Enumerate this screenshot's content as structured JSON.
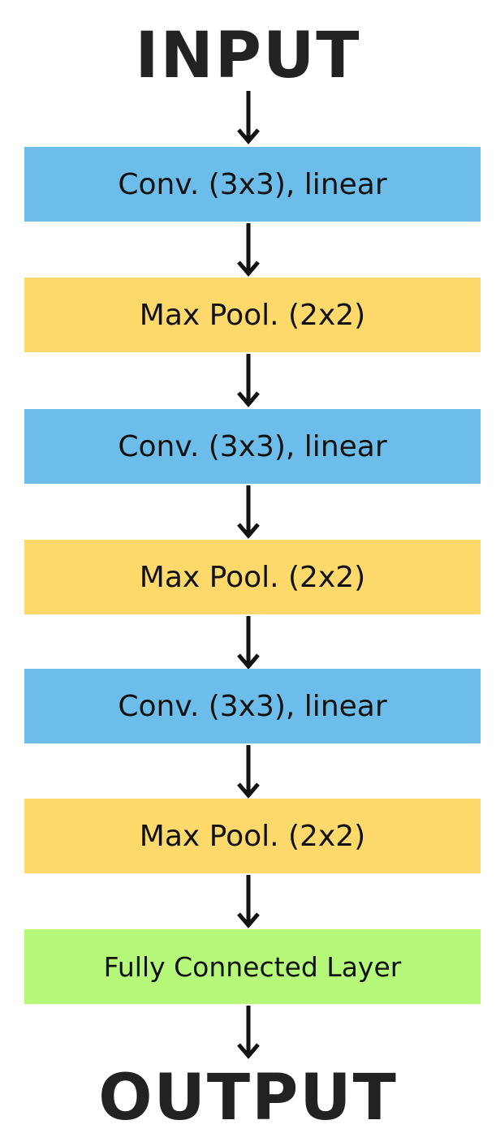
{
  "input_label": "INPUT",
  "output_label": "OUTPUT",
  "colors": {
    "conv": "#6cbde9",
    "pool": "#fcd96a",
    "fc": "#b6f87a",
    "arrow": "#111111",
    "text": "#111111"
  },
  "layers": [
    {
      "label": "Conv. (3x3), linear",
      "kind": "conv"
    },
    {
      "label": "Max Pool. (2x2)",
      "kind": "pool"
    },
    {
      "label": "Conv. (3x3), linear",
      "kind": "conv"
    },
    {
      "label": "Max Pool. (2x2)",
      "kind": "pool"
    },
    {
      "label": "Conv. (3x3), linear",
      "kind": "conv"
    },
    {
      "label": "Max Pool. (2x2)",
      "kind": "pool"
    },
    {
      "label": "Fully Connected Layer",
      "kind": "fc"
    }
  ],
  "arrow_icon": "down-arrow-icon"
}
